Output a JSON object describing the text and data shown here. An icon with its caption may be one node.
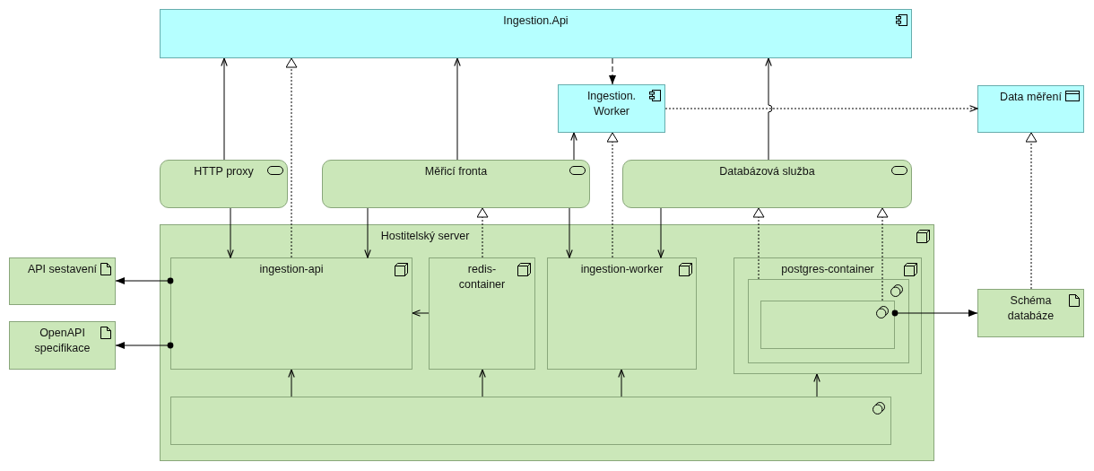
{
  "diagram": {
    "nodes": [
      {
        "text": [
          "Ingestion.Api"
        ]
      },
      {
        "text": [
          "Ingestion. Worker"
        ]
      },
      {
        "text": [
          "Data měření"
        ]
      },
      {
        "text": [
          "HTTP proxy"
        ]
      },
      {
        "text": [
          "Měřicí fronta"
        ]
      },
      {
        "text": [
          "Databázová služba"
        ]
      },
      {
        "text": [
          "Hostitelský server"
        ]
      },
      {
        "text": [
          "API sestavení"
        ]
      },
      {
        "text": [
          "ingestion-api"
        ],
        "in": 6
      },
      {
        "text": [
          "redis-container"
        ],
        "in": 6
      },
      {
        "text": [
          "ingestion-worker"
        ],
        "in": 6
      },
      {
        "text": [
          "postgres-container"
        ],
        "in": 6
      },
      {
        "text": [],
        "shape": "box",
        "in": 11
      },
      {
        "text": [],
        "shape": "box",
        "in": 12
      },
      {
        "text": [
          "Schéma databáze"
        ]
      },
      {
        "text": [
          "OpenAPI specifikace"
        ]
      },
      {
        "text": [],
        "shape": "box",
        "in": 6
      }
    ],
    "edges": [
      {
        "from": 3,
        "to": 0,
        "arrow": "to"
      },
      {
        "from": 8,
        "to": 0,
        "arrow": "to",
        "style": "dashed"
      },
      {
        "from": 4,
        "to": 0,
        "arrow": "to"
      },
      {
        "from": 0,
        "to": 1,
        "arrow": "to",
        "style": "dashed"
      },
      {
        "from": 4,
        "to": 1,
        "arrow": "to"
      },
      {
        "from": 10,
        "to": 1,
        "arrow": "to",
        "style": "dashed"
      },
      {
        "from": 5,
        "to": 0,
        "arrow": "to"
      },
      {
        "from": 1,
        "to": 2,
        "arrow": "to",
        "style": "dashed"
      },
      {
        "from": 14,
        "to": 2,
        "arrow": "to",
        "style": "dashed"
      },
      {
        "from": 3,
        "to": 8,
        "arrow": "to"
      },
      {
        "from": 4,
        "to": 8,
        "arrow": "to"
      },
      {
        "from": 9,
        "to": 4,
        "arrow": "to",
        "style": "dashed"
      },
      {
        "from": 4,
        "to": 10,
        "arrow": "to"
      },
      {
        "from": 5,
        "to": 10,
        "arrow": "to"
      },
      {
        "from": 12,
        "to": 5,
        "arrow": "to",
        "style": "dashed"
      },
      {
        "from": 13,
        "to": 5,
        "arrow": "to",
        "style": "dashed"
      },
      {
        "from": 9,
        "to": 8,
        "arrow": "to"
      },
      {
        "from": 8,
        "to": 7,
        "arrow": "to"
      },
      {
        "from": 8,
        "to": 15,
        "arrow": "to"
      },
      {
        "from": 13,
        "to": 14,
        "arrow": "to"
      },
      {
        "from": 16,
        "to": 8,
        "arrow": "to"
      },
      {
        "from": 16,
        "to": 9,
        "arrow": "to"
      },
      {
        "from": 16,
        "to": 10,
        "arrow": "to"
      },
      {
        "from": 16,
        "to": 11,
        "arrow": "to"
      }
    ]
  }
}
